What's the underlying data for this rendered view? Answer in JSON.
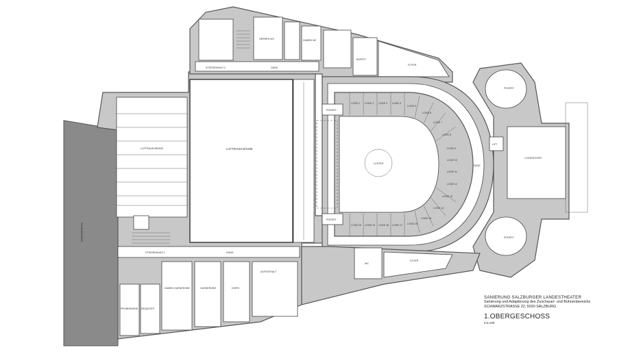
{
  "title_block": {
    "project": "SANIERUNG SALZBURGER LANDESTHEATER",
    "description": "Sanierung und Adaptierung des Zuschauer- und Bühnenbereichs",
    "address": "SCHWARZSTRASSE 22, 5020 SALZBURG",
    "floor": "1.OBERGESCHOSS",
    "scale": "m1:100"
  },
  "rooms": {
    "lufttraum_buehne_main": "LUFTRAUM BÜHNE",
    "lufttraum_buehne_side": "LUFTRAUM BÜHNE",
    "stiegenhaus_2": "STIEGENHAUS 2",
    "stiegenhaus_1": "STIEGENHAUS 1",
    "gang_top": "GANG",
    "gang_bottom": "GANG",
    "gang_ring": "GANG",
    "herren_wc": "HERREN WC",
    "damen_wc": "DAMEN WC",
    "buffet": "BUFFET",
    "foyer_top": "FOYER",
    "foyer_bottom": "FOYER",
    "logenfoyer": "LOGENFOYER",
    "aufenthalt": "AUFENTHALT",
    "damengarderobe": "DAMEN GARDEROBE",
    "garderobe": "GARDEROBE",
    "dispo": "DISPO",
    "requisite": "REQUISITE",
    "probebuehne": "PROBEBÜHNE",
    "loge_1": "LOGE 1",
    "loge_2": "LOGE 2",
    "loge_3": "LOGE 3",
    "loge_4": "LOGE 4",
    "loge_5": "LOGE 5",
    "loge_6": "LOGE 6",
    "loge_7": "LOGE 7",
    "loge_8": "LOGE 8",
    "loge_9": "LOGE 9",
    "loge_10": "LOGE 10",
    "loge_11": "LOGE 11",
    "loge_12": "LOGE 12",
    "loge_13": "LOGE 13",
    "loge_14": "LOGE 14",
    "loge_15": "LOGE 15",
    "loge_16": "LOGE 16",
    "loge_17": "LOGE 17",
    "loge_18": "LOGE 18",
    "loge_19": "LOGE 19",
    "loge_20": "LOGE 20",
    "lift": "LIFT",
    "wc": "WC",
    "podest_1": "PODEST",
    "podest_2": "PODEST",
    "podest_3": "PODEST",
    "podest_4": "PODEST",
    "auditorium_center": "LUSTER",
    "left_block": "SCHNÜRBODEN"
  }
}
